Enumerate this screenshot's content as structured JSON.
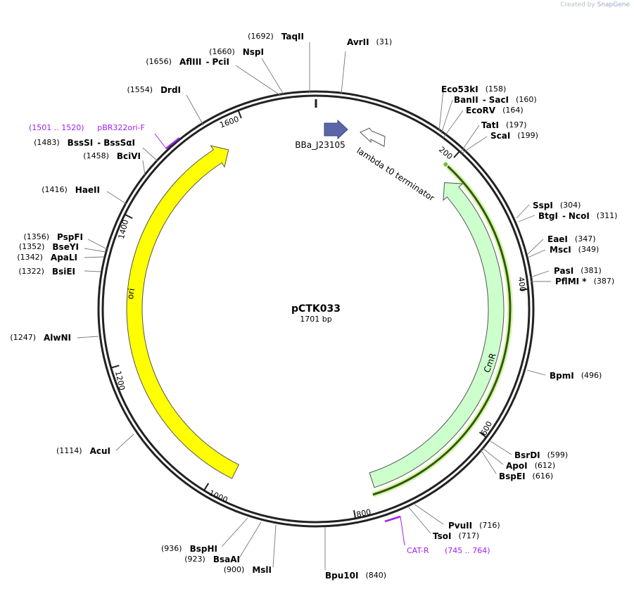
{
  "watermark": {
    "prefix": "Created by",
    "brand": "SnapGene"
  },
  "plasmid": {
    "name": "pCTK033",
    "length_text": "1701 bp",
    "length": 1701
  },
  "ticks": [
    {
      "value": 200,
      "label": "200"
    },
    {
      "value": 400,
      "label": "400"
    },
    {
      "value": 600,
      "label": "600"
    },
    {
      "value": 800,
      "label": "800"
    },
    {
      "value": 1000,
      "label": "1000"
    },
    {
      "value": 1200,
      "label": "1200"
    },
    {
      "value": 1400,
      "label": "1400"
    },
    {
      "value": 1600,
      "label": "1600"
    }
  ],
  "features": [
    {
      "name": "ori",
      "start": 975,
      "end": 1565,
      "direction": "cw",
      "color": "#ffff00"
    },
    {
      "name": "CmR",
      "start": 765,
      "end": 215,
      "direction": "ccw",
      "color": "#ccffcc"
    },
    {
      "name": "BBa_J23105",
      "start": 25,
      "end": 62,
      "direction": "cw",
      "color": "#5b66a8"
    },
    {
      "name": "lambda t0 terminator",
      "start": 72,
      "end": 108,
      "direction": "ccw",
      "color": "#ffffff"
    }
  ],
  "enzymes": [
    {
      "name": "AvrII",
      "pos": "(31)",
      "side": "right"
    },
    {
      "name": "TaqII",
      "pos": "(1692)",
      "side": "left"
    },
    {
      "name": "NspI",
      "pos": "(1660)",
      "side": "left"
    },
    {
      "name": "AflIII",
      "name2": "PciI",
      "pos": "(1656)",
      "side": "left"
    },
    {
      "name": "DrdI",
      "pos": "(1554)",
      "side": "left"
    },
    {
      "name": "BssSI",
      "name2": "BssSαI",
      "pos": "(1483)",
      "side": "left"
    },
    {
      "name": "BciVI",
      "pos": "(1458)",
      "side": "left"
    },
    {
      "name": "HaeII",
      "pos": "(1416)",
      "side": "left"
    },
    {
      "name": "PspFI",
      "pos": "(1356)",
      "side": "left"
    },
    {
      "name": "BseYI",
      "pos": "(1352)",
      "side": "left"
    },
    {
      "name": "ApaLI",
      "pos": "(1342)",
      "side": "left"
    },
    {
      "name": "BsiEI",
      "pos": "(1322)",
      "side": "left"
    },
    {
      "name": "AlwNI",
      "pos": "(1247)",
      "side": "left"
    },
    {
      "name": "AcuI",
      "pos": "(1114)",
      "side": "left"
    },
    {
      "name": "BspHI",
      "pos": "(936)",
      "side": "left"
    },
    {
      "name": "BsaAI",
      "pos": "(923)",
      "side": "left"
    },
    {
      "name": "MslI",
      "pos": "(900)",
      "side": "left"
    },
    {
      "name": "Bpu10I",
      "pos": "(840)",
      "side": "right"
    },
    {
      "name": "TsoI",
      "pos": "(717)",
      "side": "right"
    },
    {
      "name": "PvuII",
      "pos": "(716)",
      "side": "right"
    },
    {
      "name": "BspEI",
      "pos": "(616)",
      "side": "right"
    },
    {
      "name": "ApoI",
      "pos": "(612)",
      "side": "right"
    },
    {
      "name": "BsrDI",
      "pos": "(599)",
      "side": "right"
    },
    {
      "name": "BpmI",
      "pos": "(496)",
      "side": "right"
    },
    {
      "name": "PflMI *",
      "pos": "(387)",
      "side": "right"
    },
    {
      "name": "PasI",
      "pos": "(381)",
      "side": "right"
    },
    {
      "name": "MscI",
      "pos": "(349)",
      "side": "right"
    },
    {
      "name": "EaeI",
      "pos": "(347)",
      "side": "right"
    },
    {
      "name": "BtgI",
      "name2": "NcoI",
      "pos": "(311)",
      "side": "right"
    },
    {
      "name": "SspI",
      "pos": "(304)",
      "side": "right"
    },
    {
      "name": "ScaI",
      "pos": "(199)",
      "side": "right"
    },
    {
      "name": "TatI",
      "pos": "(197)",
      "side": "right"
    },
    {
      "name": "EcoRV",
      "pos": "(164)",
      "side": "right"
    },
    {
      "name": "BanII",
      "name2": "SacI",
      "pos": "(160)",
      "side": "right"
    },
    {
      "name": "Eco53kI",
      "pos": "(158)",
      "side": "right"
    }
  ],
  "primers": [
    {
      "name": "pBR322ori-F",
      "range": "(1501 .. 1520)",
      "start": 1501,
      "end": 1520,
      "color": "#a020f0"
    },
    {
      "name": "CAT-R",
      "range": "(745 .. 764)",
      "start": 745,
      "end": 764,
      "color": "#a020f0"
    }
  ]
}
